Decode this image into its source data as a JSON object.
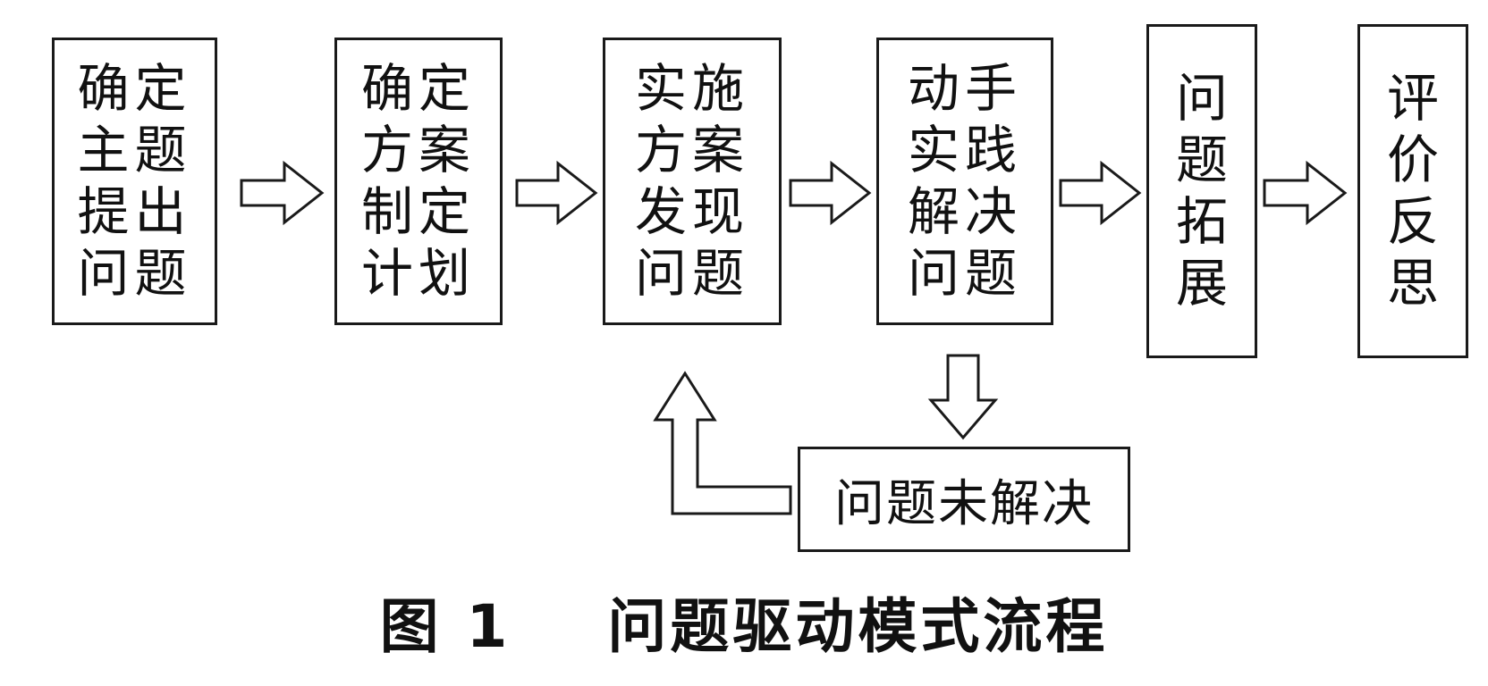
{
  "steps": [
    {
      "label": "确定\n主题\n提出\n问题"
    },
    {
      "label": "确定\n方案\n制定\n计划"
    },
    {
      "label": "实施\n方案\n发现\n问题"
    },
    {
      "label": "动手\n实践\n解决\n问题"
    },
    {
      "label": "问\n题\n拓\n展"
    },
    {
      "label": "评\n价\n反\n思"
    }
  ],
  "loop_box": {
    "label": "问题未解决"
  },
  "caption": {
    "figure": "图 1",
    "title": "问题驱动模式流程"
  }
}
